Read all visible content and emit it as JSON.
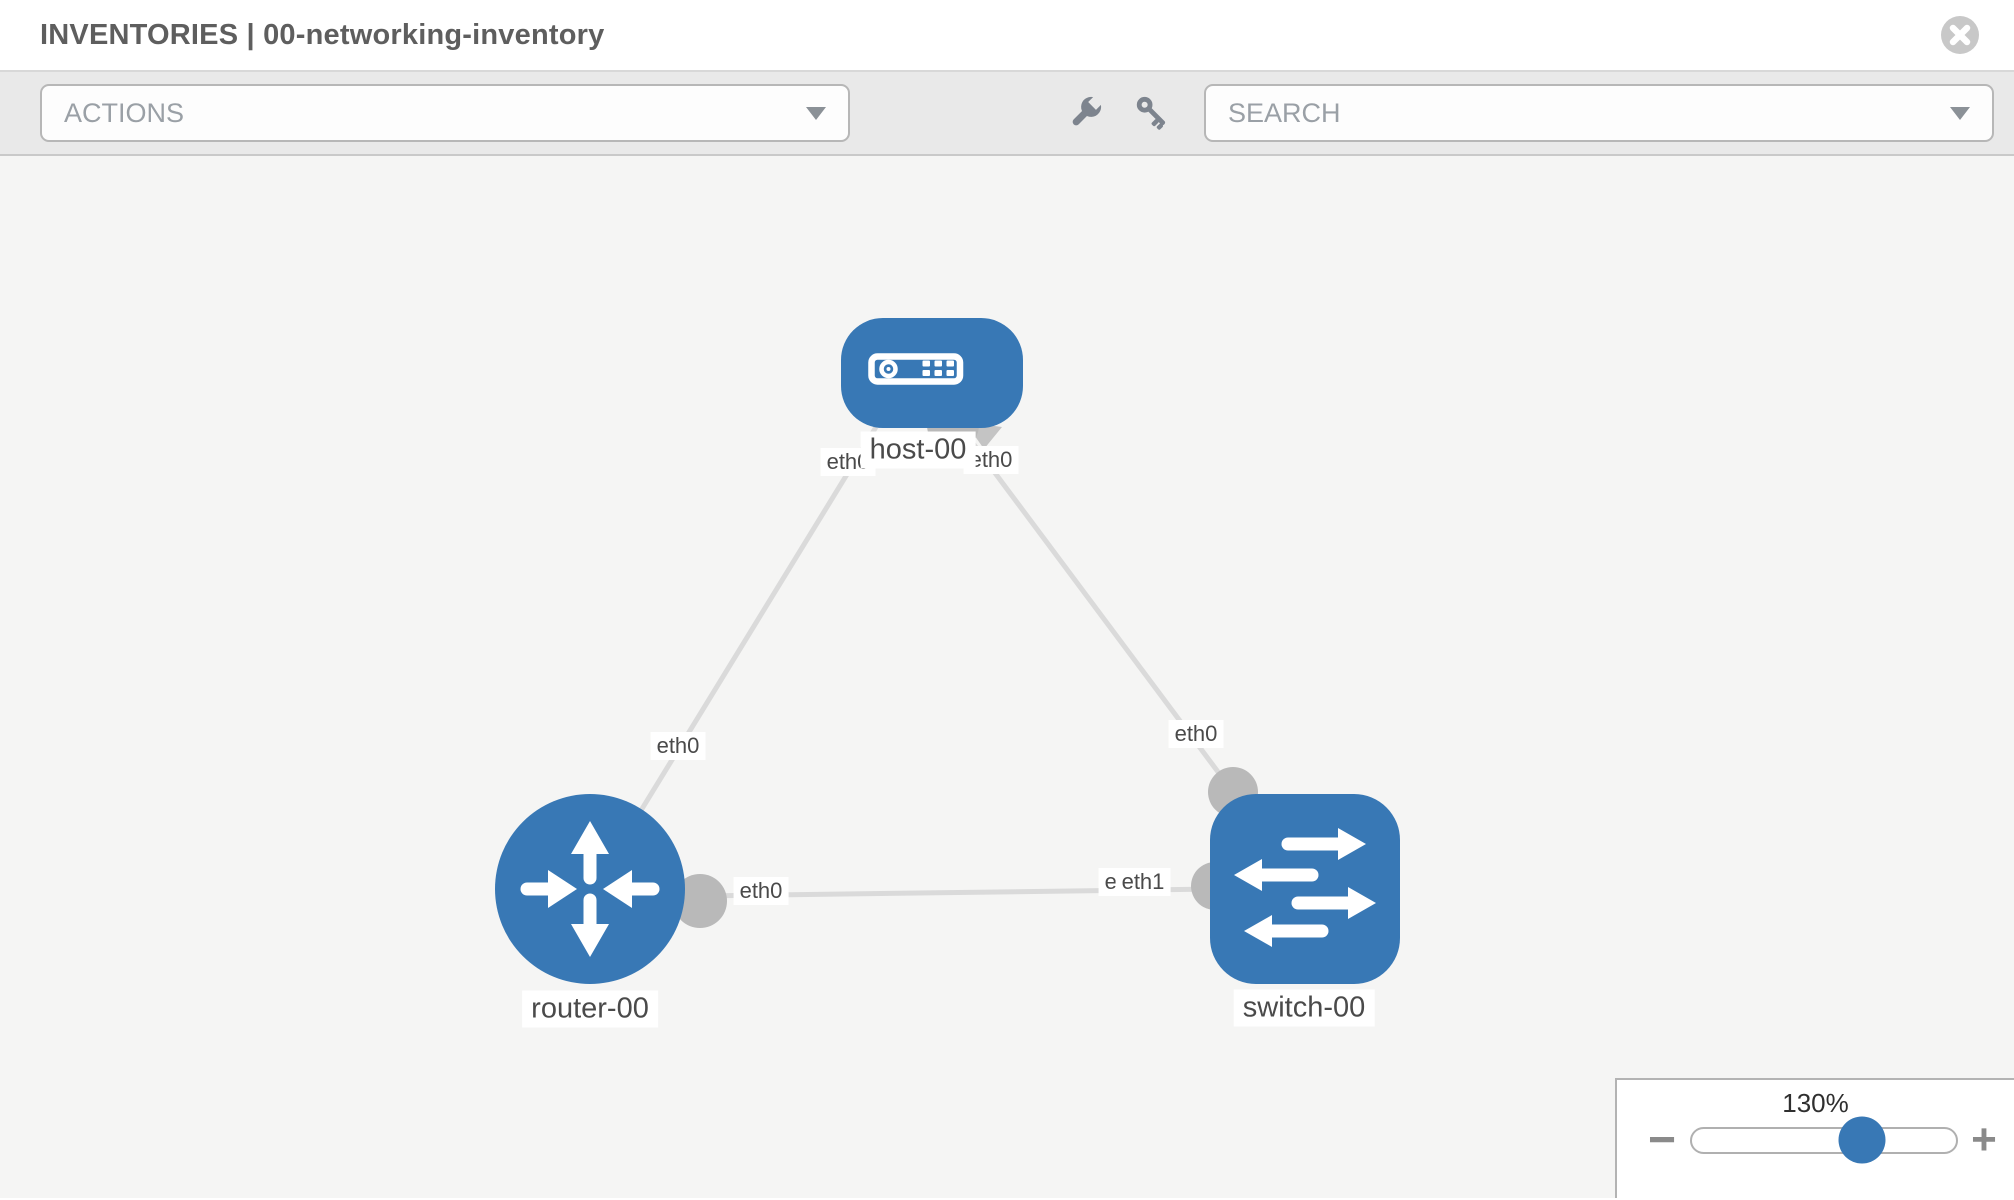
{
  "header": {
    "title": "INVENTORIES | 00-networking-inventory"
  },
  "toolbar": {
    "actions_label": "ACTIONS",
    "search_label": "SEARCH",
    "icons": [
      "wrench-icon",
      "key-icon",
      "caret-down-icon"
    ]
  },
  "topology": {
    "nodes": [
      {
        "label": "host-00",
        "type": "host",
        "shape": "rounded-rect",
        "icon": "server-icon"
      },
      {
        "label": "router-00",
        "type": "router",
        "shape": "circle",
        "icon": "router-arrows-icon"
      },
      {
        "label": "switch-00",
        "type": "switch",
        "shape": "rounded-square",
        "icon": "switch-arrows-icon"
      }
    ],
    "links": [
      {
        "from": "host-00",
        "to": "router-00"
      },
      {
        "from": "host-00",
        "to": "switch-00"
      },
      {
        "from": "router-00",
        "to": "switch-00"
      }
    ],
    "port_labels": {
      "host_to_router": "eth0",
      "host_to_switch": "eth0",
      "router_to_host": "eth0",
      "switch_to_host": "eth0",
      "router_to_switch": "eth0",
      "switch_to_router_back": "eth0",
      "switch_to_router_front": "eth1"
    }
  },
  "zoom_control": {
    "value": "130%",
    "minus_label": "−",
    "plus_label": "+"
  },
  "colors": {
    "node_blue": "#3878b5",
    "link_gray": "#dadada",
    "port_gray": "#b9b9b9",
    "toolbar_bg": "#e9e9e9",
    "canvas_bg": "#f5f5f4",
    "icon_gray": "#7d848e"
  }
}
